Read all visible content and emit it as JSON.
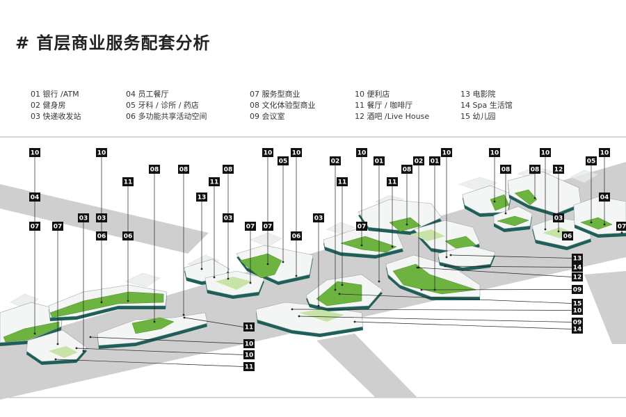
{
  "title": "# 首层商业服务配套分析",
  "legend": {
    "columns": [
      [
        "01 银行 /ATM",
        "02 健身房",
        "03 快递收发站"
      ],
      [
        "04 员工餐厅",
        "05 牙科 / 诊所 / 药店",
        "06 多功能共享活动空间"
      ],
      [
        "07 服务型商业",
        "08 文化体验型商业",
        "09 会议室"
      ],
      [
        "10 便利店",
        "11 餐厅 / 咖啡厅",
        "12 酒吧 /Live House"
      ],
      [
        "13 电影院",
        "14  Spa 生活馆",
        "15 幼儿园"
      ]
    ]
  },
  "colors": {
    "road": "#cfcfcf",
    "building_top": "#f4f6f5",
    "building_side": "#1f5f5a",
    "green_accent": "#6db33f",
    "light_green": "#c7e3a8",
    "tag_fill": "#111111",
    "tag_text": "#ffffff",
    "leader_line": "#222222"
  },
  "tags": {
    "top": [
      [
        "10",
        "04",
        "07"
      ],
      [
        "07"
      ],
      [
        "03"
      ],
      [
        "10",
        "03",
        "06"
      ],
      [
        "11",
        "06"
      ],
      [
        "08"
      ],
      [
        "08"
      ],
      [
        "13"
      ],
      [
        "11"
      ],
      [
        "08",
        "03"
      ],
      [
        "07"
      ],
      [
        "10",
        "07"
      ],
      [
        "05"
      ],
      [
        "10",
        "06"
      ],
      [
        "03"
      ],
      [
        "02"
      ],
      [
        "11"
      ],
      [
        "10",
        "07"
      ],
      [
        "01"
      ],
      [
        "11"
      ],
      [
        "08"
      ],
      [
        "02"
      ],
      [
        "01"
      ],
      [
        "10"
      ],
      [
        "10"
      ],
      [
        "08"
      ],
      [
        "08"
      ],
      [
        "10"
      ],
      [
        "12",
        "03"
      ],
      [
        "06"
      ],
      [
        "05"
      ],
      [
        "10",
        "04"
      ],
      [
        "07"
      ]
    ],
    "right": [
      "13",
      "14",
      "12",
      "09",
      "15",
      "10",
      "09",
      "14",
      "11",
      "10",
      "10",
      "11"
    ]
  }
}
